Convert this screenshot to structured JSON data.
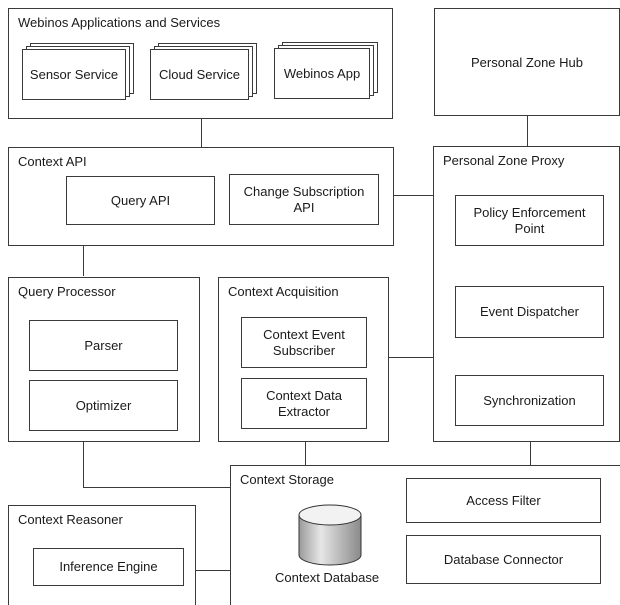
{
  "apps": {
    "title": "Webinos Applications and Services",
    "items": [
      "Sensor Service",
      "Cloud Service",
      "Webinos App"
    ]
  },
  "pzh": {
    "title": "Personal Zone Hub"
  },
  "context_api": {
    "title": "Context API",
    "query_api": "Query API",
    "change_subscription_api": "Change Subscription API"
  },
  "pzp": {
    "title": "Personal Zone Proxy",
    "policy_enforcement_point": "Policy Enforcement Point",
    "event_dispatcher": "Event Dispatcher",
    "synchronization": "Synchronization"
  },
  "query_processor": {
    "title": "Query Processor",
    "parser": "Parser",
    "optimizer": "Optimizer"
  },
  "context_acquisition": {
    "title": "Context Acquisition",
    "event_subscriber": "Context Event Subscriber",
    "data_extractor": "Context Data Extractor"
  },
  "context_storage": {
    "title": "Context Storage",
    "database_label": "Context Database",
    "access_filter": "Access Filter",
    "database_connector": "Database Connector"
  },
  "context_reasoner": {
    "title": "Context Reasoner",
    "inference_engine": "Inference Engine"
  }
}
